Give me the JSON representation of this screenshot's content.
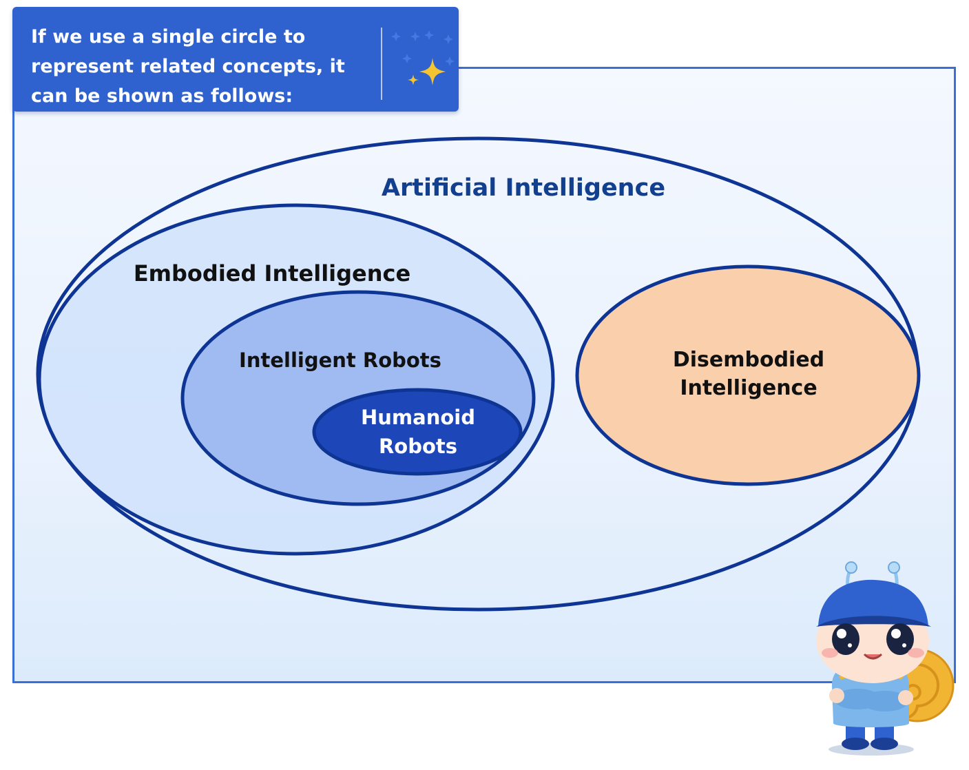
{
  "banner": {
    "text": "If we use a single circle to represent related concepts, it can be shown as follows:"
  },
  "diagram": {
    "outer_label": "Artificial Intelligence",
    "embodied_label": "Embodied Intelligence",
    "robots_label": "Intelligent Robots",
    "humanoid_label_1": "Humanoid",
    "humanoid_label_2": "Robots",
    "disembodied_label_1": "Disembodied",
    "disembodied_label_2": "Intelligence"
  },
  "colors": {
    "stroke": "#0f3594",
    "banner": "#2f62cf",
    "embodied_fill": "#cfe2fb",
    "robots_fill": "#a0bbf1",
    "humanoid_fill": "#1d47b8",
    "disembodied_fill": "#f9cfac",
    "label_dark": "#111111",
    "label_blue": "#12408f"
  },
  "icons": [
    "sparkle-icon",
    "mascot-snail-character"
  ]
}
